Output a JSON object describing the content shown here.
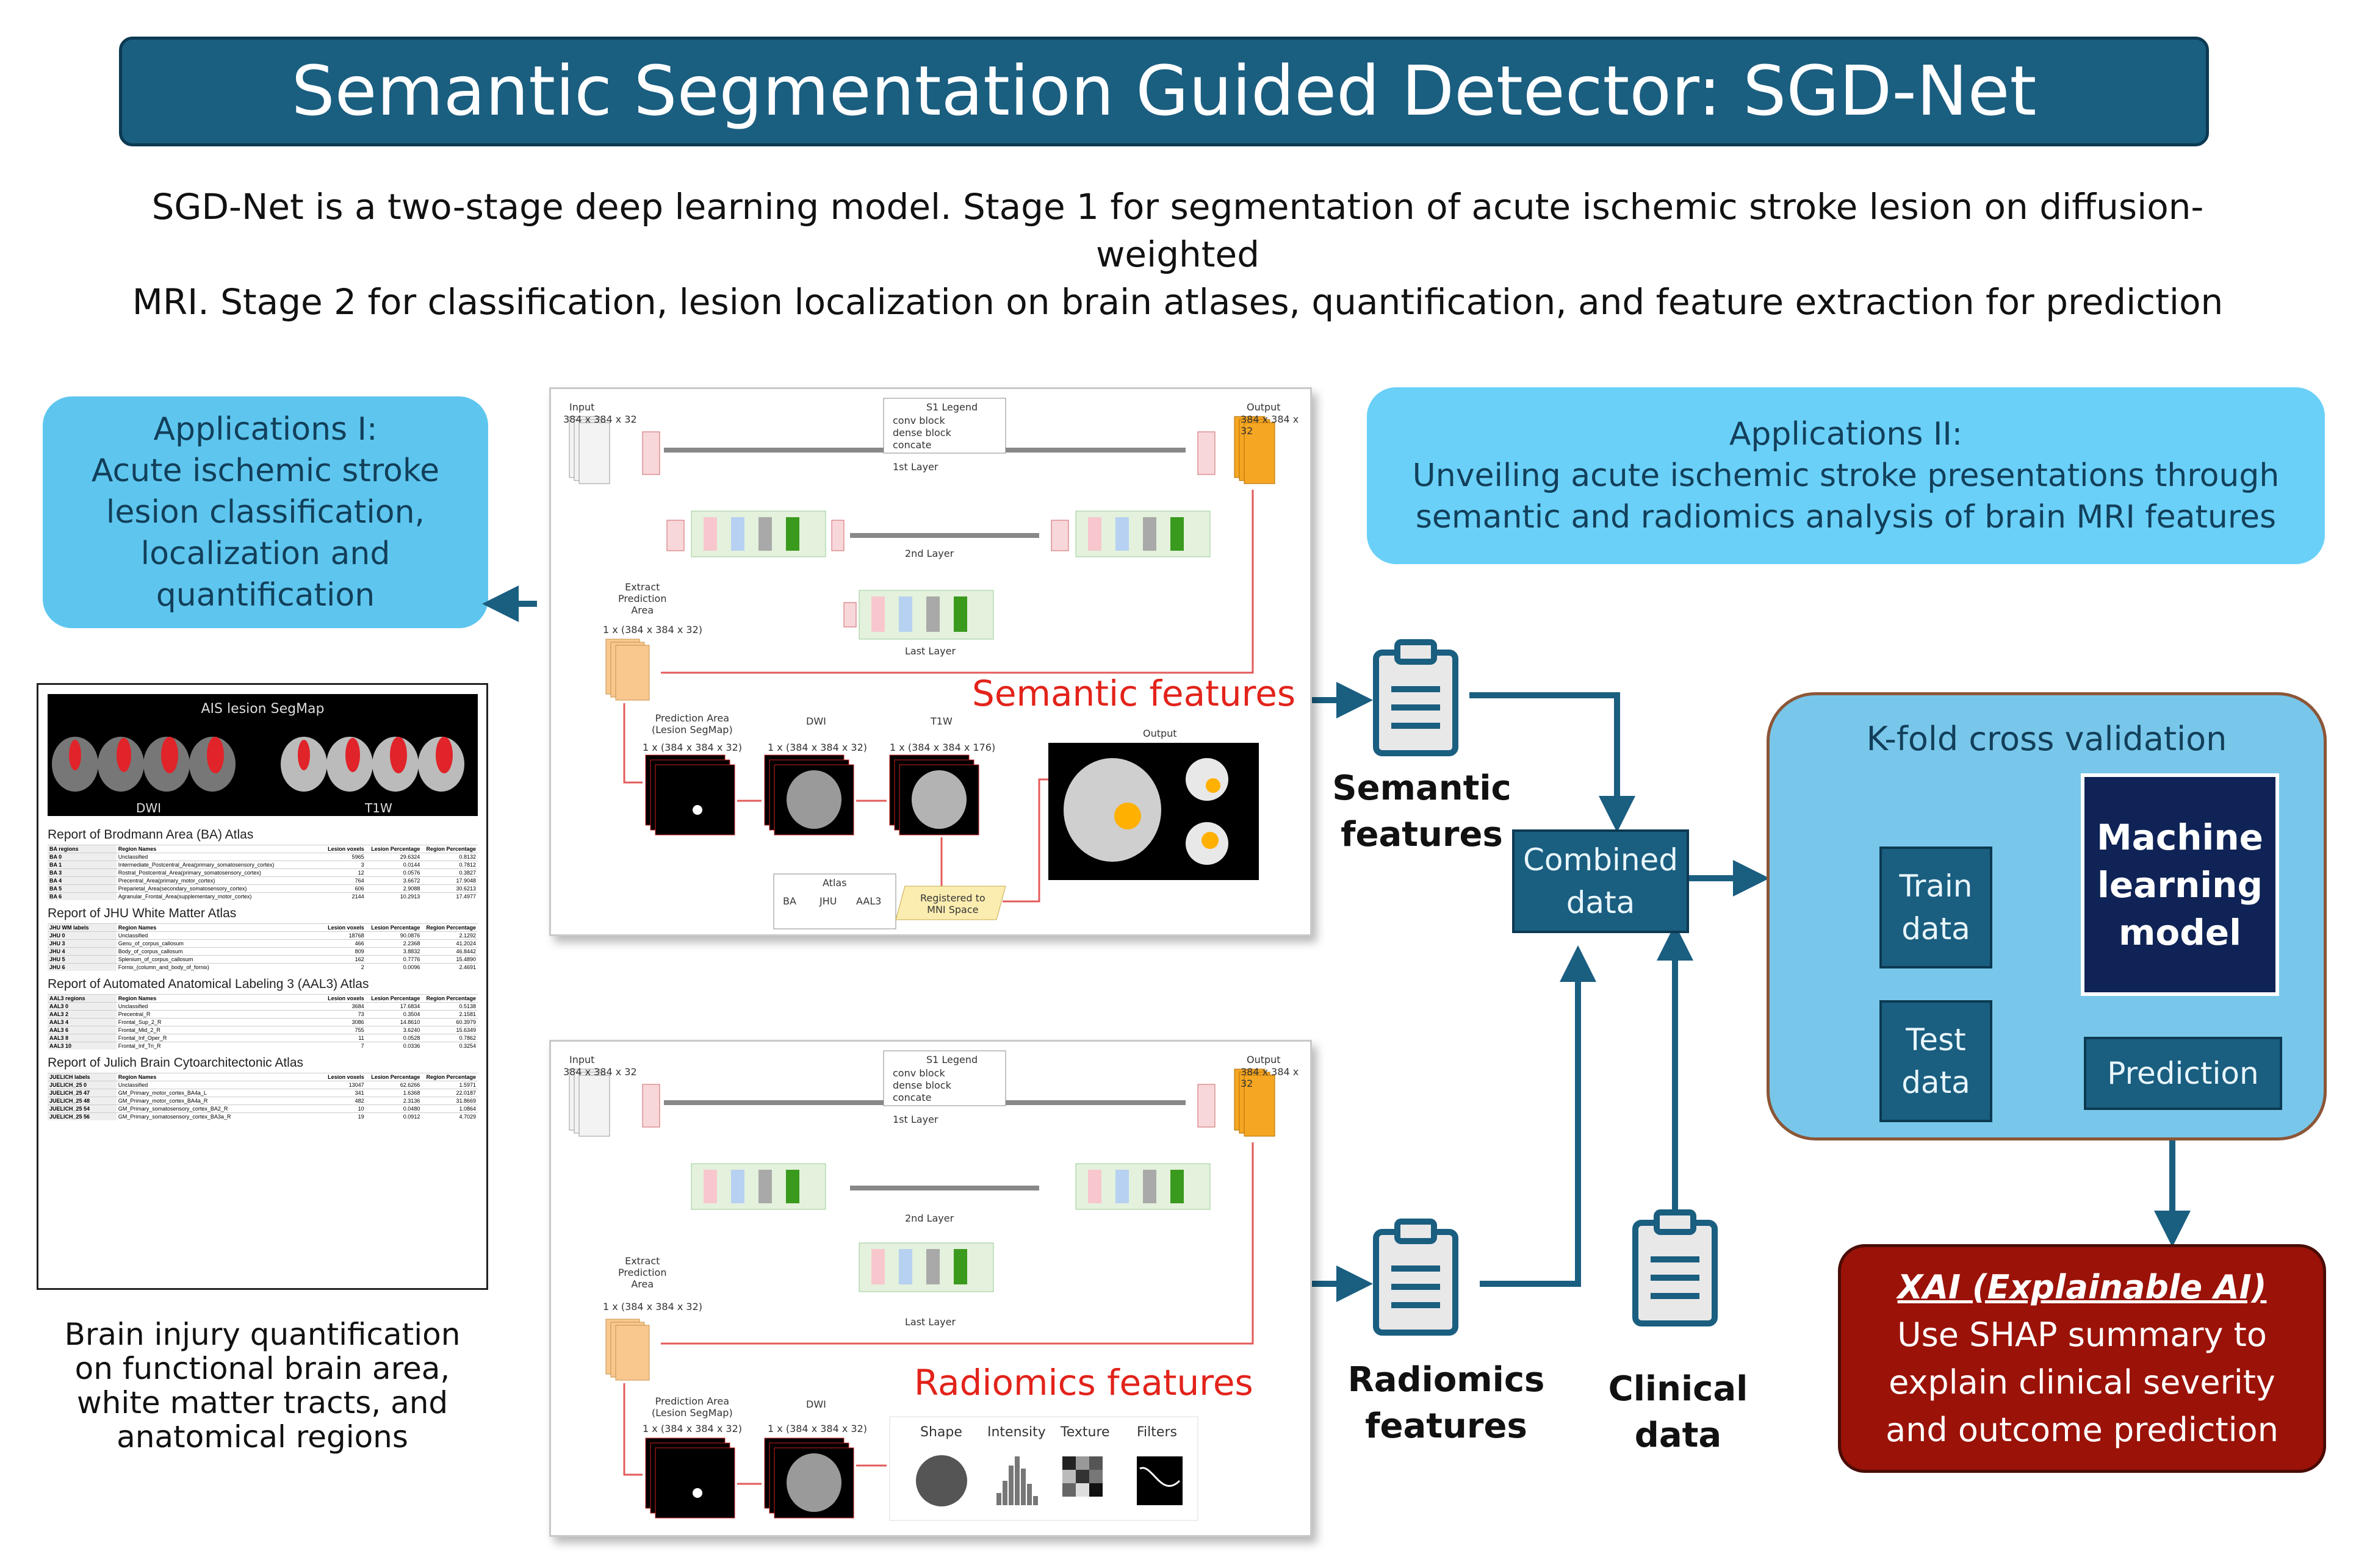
{
  "title": "Semantic Segmentation Guided Detector: SGD-Net",
  "subtitle": {
    "line1": "SGD-Net is a two-stage deep learning model. Stage 1 for segmentation of acute ischemic stroke lesion on diffusion-weighted",
    "line2": "MRI. Stage 2 for classification, lesion localization on brain atlases, quantification, and feature extraction for prediction"
  },
  "applications1": {
    "heading": "Applications I:",
    "lines": [
      "Acute ischemic stroke",
      "lesion classification,",
      "localization and",
      "quantification"
    ]
  },
  "applications2": {
    "heading": "Applications II:",
    "lines": [
      "Unveiling acute ischemic stroke presentations through",
      "semantic and radiomics analysis of brain MRI features"
    ]
  },
  "report": {
    "segmap_title": "AIS lesion SegMap",
    "dwi": "DWI",
    "t1w": "T1W",
    "sections": [
      {
        "title": "Report of Brodmann Area (BA) Atlas",
        "header": [
          "BA regions",
          "Region Names",
          "Lesion voxels",
          "Lesion Percentage",
          "Region Percentage"
        ],
        "rows": [
          [
            "BA 0",
            "Unclassified",
            "5965",
            "29.6324",
            "0.8132"
          ],
          [
            "BA 1",
            "Intermediate_Postcentral_Area(primary_somatosensory_cortex)",
            "3",
            "0.0144",
            "0.7812"
          ],
          [
            "BA 3",
            "Rostral_Postcentral_Area(primary_somatosensory_cortex)",
            "12",
            "0.0576",
            "0.3827"
          ],
          [
            "BA 4",
            "Precentral_Area(primary_motor_cortex)",
            "764",
            "3.6672",
            "17.9048"
          ],
          [
            "BA 5",
            "Preparietal_Area(secondary_somatosensory_cortex)",
            "606",
            "2.9088",
            "30.6213"
          ],
          [
            "BA 6",
            "Agranular_Frontal_Area(supplementary_motor_cortex)",
            "2144",
            "10.2913",
            "17.4977"
          ]
        ]
      },
      {
        "title": "Report of JHU White Matter Atlas",
        "header": [
          "JHU WM labels",
          "Region Names",
          "Lesion voxels",
          "Lesion Percentage",
          "Region Percentage"
        ],
        "rows": [
          [
            "JHU 0",
            "Unclassified",
            "18768",
            "90.0876",
            "2.1292"
          ],
          [
            "JHU 3",
            "Genu_of_corpus_callosum",
            "466",
            "2.2368",
            "41.2024"
          ],
          [
            "JHU 4",
            "Body_of_corpus_callosum",
            "809",
            "3.8832",
            "46.8442"
          ],
          [
            "JHU 5",
            "Splenium_of_corpus_callosum",
            "162",
            "0.7776",
            "15.4890"
          ],
          [
            "JHU 6",
            "Fornix_(column_and_body_of_fornix)",
            "2",
            "0.0096",
            "2.4691"
          ]
        ]
      },
      {
        "title": "Report of Automated Anatomical Labeling 3 (AAL3) Atlas",
        "header": [
          "AAL3 regions",
          "Region Names",
          "Lesion voxels",
          "Lesion Percentage",
          "Region Percentage"
        ],
        "rows": [
          [
            "AAL3 0",
            "Unclassified",
            "3684",
            "17.6834",
            "0.5138"
          ],
          [
            "AAL3 2",
            "Precentral_R",
            "73",
            "0.3504",
            "2.1581"
          ],
          [
            "AAL3 4",
            "Frontal_Sup_2_R",
            "3086",
            "14.8610",
            "60.3979"
          ],
          [
            "AAL3 6",
            "Frontal_Mid_2_R",
            "755",
            "3.6240",
            "15.6349"
          ],
          [
            "AAL3 8",
            "Frontal_Inf_Oper_R",
            "11",
            "0.0528",
            "0.7862"
          ],
          [
            "AAL3 10",
            "Frontal_Inf_Tri_R",
            "7",
            "0.0336",
            "0.3254"
          ]
        ]
      },
      {
        "title": "Report of Julich Brain Cytoarchitectonic Atlas",
        "header": [
          "JUELICH labels",
          "Region Names",
          "Lesion voxels",
          "Lesion Percentage",
          "Region Percentage"
        ],
        "rows": [
          [
            "JUELICH_25 0",
            "Unclassified",
            "13047",
            "62.6266",
            "1.5971"
          ],
          [
            "JUELICH_25 47",
            "GM_Primary_motor_cortex_BA4a_L",
            "341",
            "1.6368",
            "22.0187"
          ],
          [
            "JUELICH_25 48",
            "GM_Primary_motor_cortex_BA4a_R",
            "482",
            "2.3136",
            "31.8669"
          ],
          [
            "JUELICH_25 54",
            "GM_Primary_somatosensory_cortex_BA2_R",
            "10",
            "0.0480",
            "1.0864"
          ],
          [
            "JUELICH_25 56",
            "GM_Primary_somatosensory_cortex_BA3a_R",
            "19",
            "0.0912",
            "4.7029"
          ]
        ]
      }
    ]
  },
  "report_caption": [
    "Brain injury quantification",
    "on functional brain area,",
    "white matter tracts, and",
    "anatomical regions"
  ],
  "net_panel": {
    "input": "Input",
    "input_dim": "384 x 384 x 32",
    "output": "Output",
    "output_dim": "384 x 384 x 32",
    "legend_title": "S1 Legend",
    "legend_items": [
      "conv block",
      "dense block",
      "concate"
    ],
    "layer1": "1st Layer",
    "layer2": "2nd Layer",
    "layer_last": "Last Layer",
    "extract": [
      "Extract",
      "Prediction",
      "Area"
    ],
    "extract_dim": "1 x (384 x 384 x 32)",
    "pred_area": [
      "Prediction Area",
      "(Lesion SegMap)"
    ],
    "pred_dim": "1 x (384 x 384 x 32)",
    "dwi": "DWI",
    "dwi_dim": "1 x (384 x 384 x 32)",
    "t1w": "T1W",
    "t1w_dim": "1 x (384 x 384 x 176)",
    "atlas": "Atlas",
    "atlas_items": [
      "BA",
      "JHU",
      "AAL3"
    ],
    "registered": [
      "Registered to",
      "MNI Space"
    ],
    "output_img": "Output"
  },
  "semantic_features_label": "Semantic features",
  "radiomics_features_label": "Radiomics features",
  "radiomics_items": [
    "Shape",
    "Intensity",
    "Texture",
    "Filters"
  ],
  "semantic_caption": [
    "Semantic",
    "features"
  ],
  "radiomics_caption": [
    "Radiomics",
    "features"
  ],
  "clinical_caption": [
    "Clinical",
    "data"
  ],
  "combined": [
    "Combined",
    "data"
  ],
  "kfold_title": "K-fold cross validation",
  "train": [
    "Train",
    "data"
  ],
  "test": [
    "Test",
    "data"
  ],
  "ml": [
    "Machine",
    "learning",
    "model"
  ],
  "prediction": "Prediction",
  "xai": {
    "heading": "XAI (Explainable AI)",
    "lines": [
      "Use SHAP summary to",
      "explain clinical severity",
      "and outcome prediction"
    ]
  },
  "colors": {
    "title_bg": "#1a5e80",
    "app1_bg": "#5ec6ee",
    "app2_bg": "#6ad0f8",
    "arrow": "#1a5e80",
    "red_label": "#e2231a",
    "xai_bg": "#9b1208",
    "ml_bg": "#0f2356"
  }
}
